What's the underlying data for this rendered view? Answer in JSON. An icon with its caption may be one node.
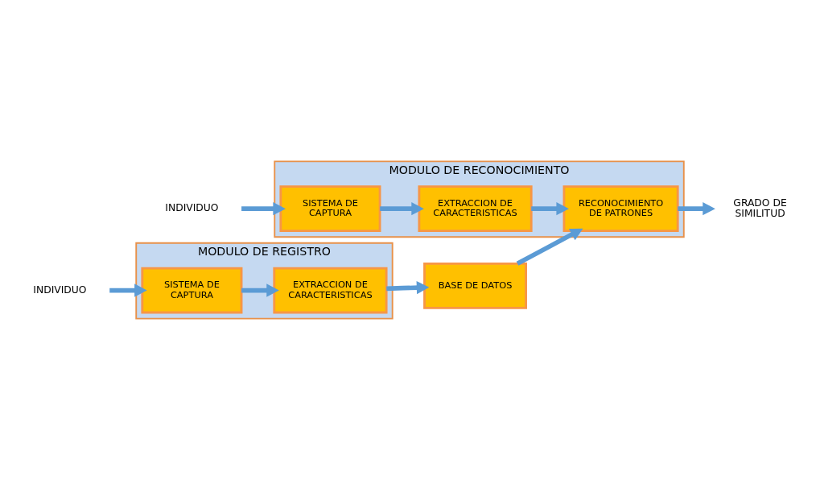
{
  "diagram": {
    "nodes": [
      {
        "text": [
          "MODULO DE REGISTRO"
        ]
      },
      {
        "text": [
          "INDIVIDUO"
        ]
      },
      {
        "text": [
          "SISTEMA DE CAPTURA"
        ],
        "in": 0
      },
      {
        "text": [
          "EXTRACCION DE CARACTERISTICAS"
        ],
        "in": 0
      },
      {
        "text": [
          "BASE DE DATOS"
        ]
      },
      {
        "text": [
          "MODULO DE RECONOCIMIENTO"
        ]
      },
      {
        "text": [
          "INDIVIDUO"
        ]
      },
      {
        "text": [
          "SISTEMA DE CAPTURA"
        ],
        "in": 5
      },
      {
        "text": [
          "EXTRACCION DE CARACTERISTICAS"
        ],
        "in": 5
      },
      {
        "text": [
          "RECONOCIMIENTO DE PATRONES"
        ],
        "in": 5
      },
      {
        "text": [
          "GRADO DE SIMILITUD"
        ]
      }
    ],
    "edges": [
      {
        "from": 1,
        "to": 2,
        "arrow": "to"
      },
      {
        "from": 2,
        "to": 3,
        "arrow": "to"
      },
      {
        "from": 3,
        "to": 4,
        "arrow": "to"
      },
      {
        "from": 4,
        "to": 9,
        "arrow": "to"
      },
      {
        "from": 6,
        "to": 7,
        "arrow": "to"
      },
      {
        "from": 7,
        "to": 8,
        "arrow": "to"
      },
      {
        "from": 8,
        "to": 9,
        "arrow": "to"
      },
      {
        "from": 9,
        "to": 10,
        "arrow": "to"
      }
    ]
  }
}
